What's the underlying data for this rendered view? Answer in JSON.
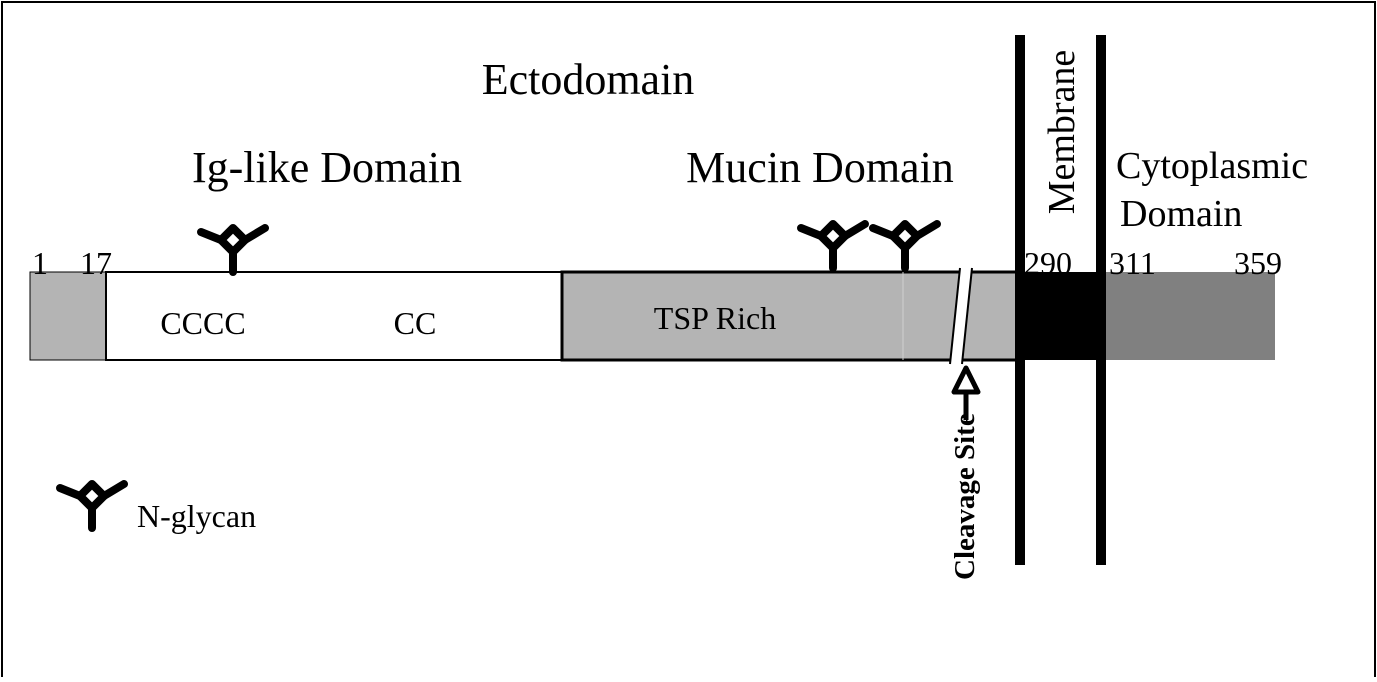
{
  "figure": {
    "colors": {
      "background": "#ffffff",
      "signal_peptide": "#b4b4b4",
      "ig_domain": "#ffffff",
      "mucin_domain": "#b4b4b4",
      "transmembrane": "#000000",
      "cytoplasmic": "#808080",
      "glycan": "#000000"
    },
    "labels": {
      "ectodomain": "Ectodomain",
      "ig_domain": "Ig-like Domain",
      "mucin_domain": "Mucin Domain",
      "membrane": "Membrane",
      "cytoplasmic_line1": "Cytoplasmic",
      "cytoplasmic_line2": "Domain",
      "cccc": "CCCC",
      "cc": "CC",
      "tsp_rich": "TSP Rich",
      "cleavage_site": "Cleavage Site",
      "legend_nglycan": "N-glycan"
    },
    "residues": {
      "start": "1",
      "ig_start": "17",
      "tm_start": "290",
      "tm_end": "311",
      "c_term": "359"
    },
    "icons": {
      "glycan": "n-glycan-icon",
      "cleavage_arrow": "up-arrow-icon"
    }
  }
}
